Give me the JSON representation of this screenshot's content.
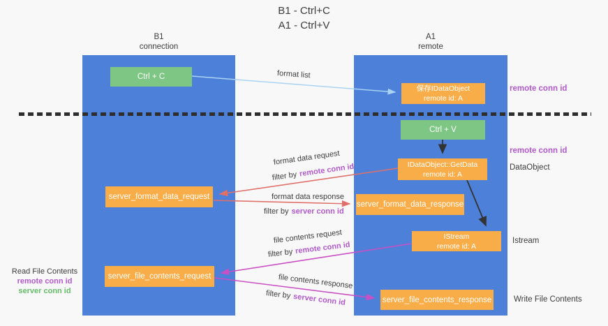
{
  "title": {
    "line1": "B1 - Ctrl+C",
    "line2": "A1 - Ctrl+V"
  },
  "lanes": {
    "left": {
      "name": "B1",
      "role": "connection"
    },
    "right": {
      "name": "A1",
      "role": "remote"
    }
  },
  "boxes": {
    "ctrl_c": "Ctrl + C",
    "ctrl_v": "Ctrl + V",
    "store_idataobject": {
      "line1": "保存IDataObject",
      "line2": "remote id: A"
    },
    "idataobject_getdata": {
      "line1": "IDataObject::GetData",
      "line2": "remote id: A"
    },
    "istream": {
      "line1": "IStream",
      "line2": "remote id: A"
    },
    "server_format_data_request": "server_format_data_request",
    "server_format_data_response": "server_format_data_response",
    "server_file_contents_request": "server_file_contents_request",
    "server_file_contents_response": "server_file_contents_response"
  },
  "labels": {
    "format_list": "format list",
    "format_data_request": "format data request",
    "format_data_response": "format data response",
    "file_contents_request": "file contents request",
    "file_contents_response": "file contents response",
    "filter_by": "filter by",
    "remote_conn_id": "remote conn id",
    "server_conn_id": "server conn id",
    "dataobject": "DataObject",
    "istream": "Istream",
    "read_file_contents": "Read File Contents",
    "write_file_contents": "Write File Contents"
  },
  "colors": {
    "lane_blue": "#4d80d8",
    "box_orange": "#f9ad49",
    "box_green": "#7dc683",
    "arrow_red": "#e0706a",
    "arrow_magenta": "#c94fc4",
    "arrow_light_blue": "#a9d2f3",
    "arrow_black": "#333333",
    "text_purple": "#b05ac8",
    "text_green": "#66bb6a",
    "text_dark": "#3c3c3c"
  }
}
